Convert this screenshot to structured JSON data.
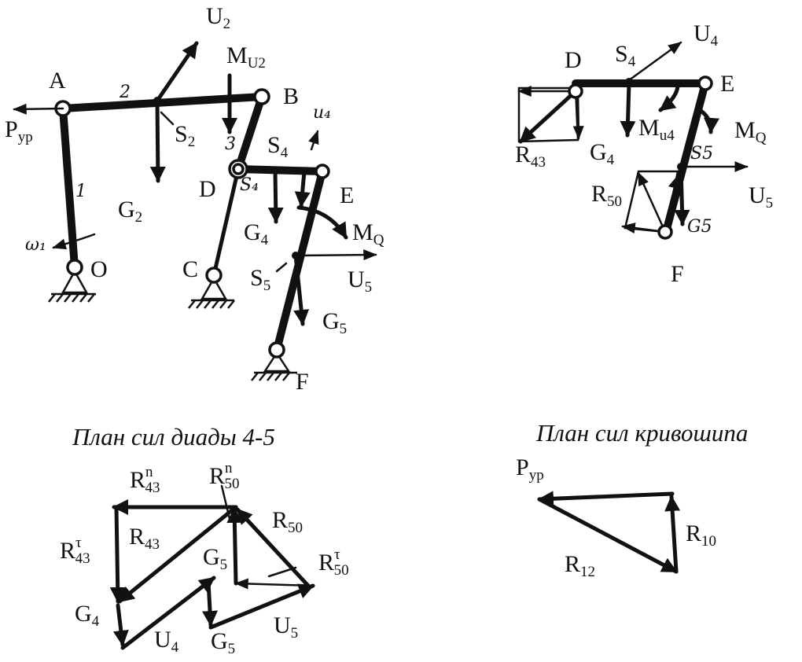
{
  "captions": {
    "dyad_plan": "План сил диады 4-5",
    "crank_plan": "План сил кривошипа"
  },
  "mechanism": {
    "A": "A",
    "B": "B",
    "O": "O",
    "C": "C",
    "D": "D",
    "E": "E",
    "F": "F",
    "P_main": "P",
    "P_sub": "ур",
    "U2_main": "U",
    "U2_sub": "2",
    "MU2_main": "M",
    "MU2_sub": "U2",
    "S2_main": "S",
    "S2_sub": "2",
    "G2_main": "G",
    "G2_sub": "2",
    "S4_main": "S",
    "S4_sub": "4",
    "G4_main": "G",
    "G4_sub": "4",
    "MQ_main": "M",
    "MQ_sub": "Q",
    "S5_main": "S",
    "S5_sub": "5",
    "U5_main": "U",
    "U5_sub": "5",
    "G5_main": "G",
    "G5_sub": "5",
    "hand_omega": "ω₁",
    "hand_link1": "1",
    "hand_link2": "2",
    "hand_link3": "3",
    "hand_u4": "u₄",
    "hand_s4": "S₄"
  },
  "dyad_detail": {
    "D": "D",
    "E": "E",
    "F": "F",
    "S4_main": "S",
    "S4_sub": "4",
    "U4_main": "U",
    "U4_sub": "4",
    "R43_main": "R",
    "R43_sub": "43",
    "G4_main": "G",
    "G4_sub": "4",
    "Mu4_main": "M",
    "Mu4_sub": "u4",
    "MQ_main": "M",
    "MQ_sub": "Q",
    "R50_main": "R",
    "R50_sub": "50",
    "U5_main": "U",
    "U5_sub": "5",
    "hand_s5": "S5",
    "hand_g5": "G5"
  },
  "dyad_plan": {
    "Rn43_main": "R",
    "Rn43_sup": "n",
    "Rn43_sub": "43",
    "Rn50_main": "R",
    "Rn50_sup": "n",
    "Rn50_sub": "50",
    "R43_main": "R",
    "R43_sub": "43",
    "R50_main": "R",
    "R50_sub": "50",
    "Rt43_main": "R",
    "Rt43_sup": "τ",
    "Rt43_sub": "43",
    "Rt50_main": "R",
    "Rt50_sup": "τ",
    "Rt50_sub": "50",
    "G5a_main": "G",
    "G5a_sub": "5",
    "G4_main": "G",
    "G4_sub": "4",
    "U4_main": "U",
    "U4_sub": "4",
    "G5b_main": "G",
    "G5b_sub": "5",
    "U5_main": "U",
    "U5_sub": "5"
  },
  "crank_plan": {
    "P_main": "P",
    "P_sub": "ур",
    "R10_main": "R",
    "R10_sub": "10",
    "R12_main": "R",
    "R12_sub": "12"
  }
}
